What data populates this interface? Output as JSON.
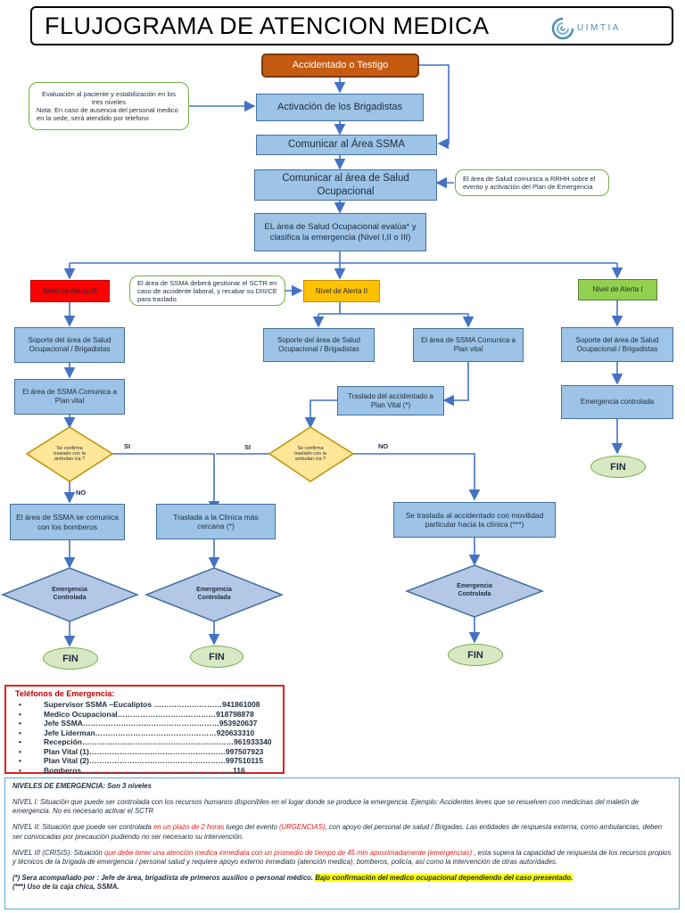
{
  "header": {
    "title": "FLUJOGRAMA DE ATENCION MEDICA",
    "logo_text": "UIMTIA"
  },
  "flow": {
    "start": "Accidentado o Testigo",
    "note_eval": "Evaluación al paciente y estabilización en los tres niveles",
    "note_eval_sub": "Nota: En caso de ausencia del personal medico en la sede, será atendido por telefono",
    "activation": "Activación de los Brigadistas",
    "ssma": "Comunicar al Área SSMA",
    "salud": "Comunicar al área de Salud Ocupacional",
    "note_rrhh": "El área de Salud comunica a RRHH sobre el evento y activación del Plan de Emergencia",
    "evaluate": "EL área de Salud Ocupacional evalúa* y clasifica la emergencia (Nivel I,II o III)",
    "level3": "Nivel de Alerta III",
    "level2": "Nivel de Alerta II",
    "level1": "Nivel de Alerta I",
    "note_ssma": "El área de SSMA deberá gestionar el SCTR en caso de accidente laboral, y recabar su DIII/CE para traslado",
    "support_a": "Soporte del área de Salud Ocupacional / Brigadistas",
    "support_b": "Soporte del área de Salud Ocupacional / Brigadistas",
    "support_c": "Soporte del área de Salud Ocupacional / Brigadistas",
    "plan_vital_a": "El área de SSMA Comunica a Plan vital",
    "plan_vital_b": "El área de SSMA Comunica a Plan vital",
    "traslado_plan": "Traslado del accidentado a Plan Vital (*)",
    "controlled_right": "Emergencia controlada",
    "decision_1": "Se confirma traslado con la ambulan cia ?",
    "decision_2": "Se confirma traslado con la ambulan cia ?",
    "yes": "SI",
    "no": "NO",
    "bomberos": "El área de SSMA se comunica con los bomberos",
    "clinica": "Traslada a la Clínica más cercana (*)",
    "particular": "Se traslada al accidentado con movilidad particular hacia la clínica (***)",
    "controlled": "Emergencia Controlada",
    "fin": "FIN"
  },
  "phones": {
    "title": "Teléfonos de Emergencia:",
    "items": [
      "Supervisor SSMA –Eucaliptos ………………………941861008",
      "Medico Ocupacional…………………………………918798878",
      "Jefe SSMA………………………………………………953920637",
      "Jefe Liderman…………………………………………920633310",
      "Recepción……………………………………………………961933340",
      "Plan Vital (1)………………………………………………997507923",
      "Plan Vital (2)………………………………………………997510115",
      "Bomberos……………………………………………………116"
    ]
  },
  "levels": {
    "heading": "NIVELES DE EMERGENCIA: Son 3 niveles",
    "n1": "NIVEL I: Situación que puede ser controlada con los recursos humanos disponibles en el lugar donde se produce la emergencia. Ejemplo: Accidentes leves que se resuelven con medicinas del maletín de emergencia. No es necesario activar el SCTR",
    "n2_a": "NIVEL II: Situación que puede ser controlada ",
    "n2_red1": "en un plazo de 2 horas",
    "n2_b": " luego del evento ",
    "n2_red2": "(URGENCIAS)",
    "n2_c": ", con apoyo del personal de salud / Brigadas. Las entidades de respuesta externa, como ambulancias, deben ser convocadas por precaución pudiendo no ser necesario su intervención.",
    "n3_a": "NIVEL III (CRISIS): Situación ",
    "n3_red": "que debe tener una atención medica inmediata con un promedio de tiempo de 45 min aproximadamente (emergencias)",
    "n3_b": " , esta supera la capacidad de respuesta de los recursos propios y técnicos de la brigada de emergencia / personal salud y requiere apoyo externo inmediato (atención medica), bomberos, policía, así como la intervención de otras autoridades.",
    "foot1": "(*) Sera acompañado por : Jefe de área, brigadista de primeros auxilios o personal médico. ",
    "foot1_hl": "Bajo confirmación del medico ocupacional dependiendo del caso presentado.",
    "foot2": "(***) Uso de la caja chica, SSMA."
  },
  "colors": {
    "box_blue": "#9dc3e6",
    "start": "#c55a11",
    "level3": "#ff0000",
    "level2": "#ffc000",
    "level1": "#92d050",
    "decision": "#ffe699",
    "diamond": "#b4c7e7",
    "fin": "#d9e8c4"
  }
}
